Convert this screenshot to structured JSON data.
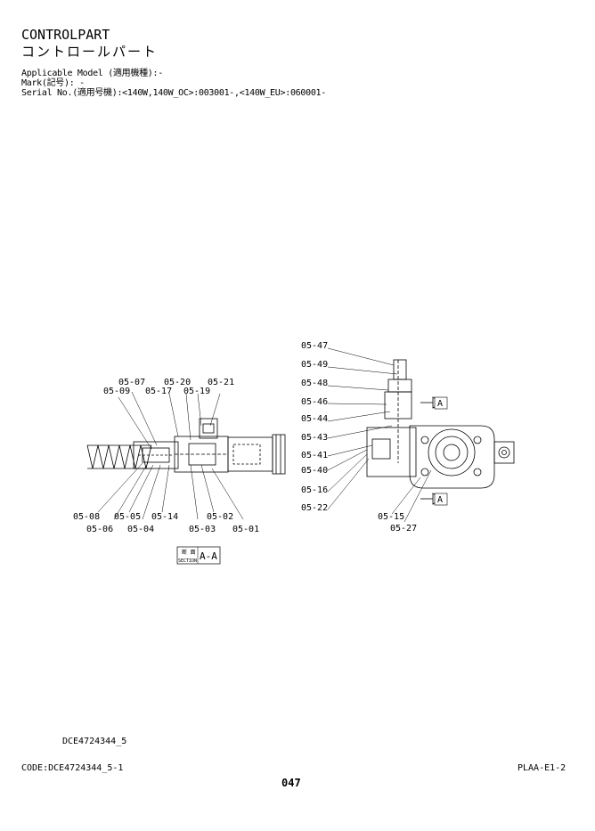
{
  "header": {
    "title_en": "CONTROLPART",
    "title_jp": "コントロールパート",
    "applicable_model": "Applicable Model (適用機種):-",
    "mark": "Mark(記号): -",
    "serial_no": "Serial No.(適用号機):<140W,140W_OC>:003001-,<140W_EU>:060001-"
  },
  "drawing": {
    "left_callouts": {
      "c0507": "05-07",
      "c0509": "05-09",
      "c0520": "05-20",
      "c0521": "05-21",
      "c0517": "05-17",
      "c0519": "05-19",
      "c0508": "05-08",
      "c0506": "05-06",
      "c0505": "05-05",
      "c0504": "05-04",
      "c0514": "05-14",
      "c0503": "05-03",
      "c0502": "05-02",
      "c0501": "05-01"
    },
    "right_callouts": {
      "c0547": "05-47",
      "c0549": "05-49",
      "c0548": "05-48",
      "c0546": "05-46",
      "c0544": "05-44",
      "c0543": "05-43",
      "c0541": "05-41",
      "c0540": "05-40",
      "c0516": "05-16",
      "c0522": "05-22",
      "c0515": "05-15",
      "c0527": "05-27"
    },
    "section_box": {
      "jp": "断 面",
      "en": "SECTION",
      "label": "A-A"
    },
    "section_arrow_label": "A"
  },
  "footer": {
    "drawing_code": "DCE4724344_5",
    "code": "CODE:DCE4724344_5-1",
    "page_number": "047",
    "page_ref": "PLAA-E1-2"
  }
}
